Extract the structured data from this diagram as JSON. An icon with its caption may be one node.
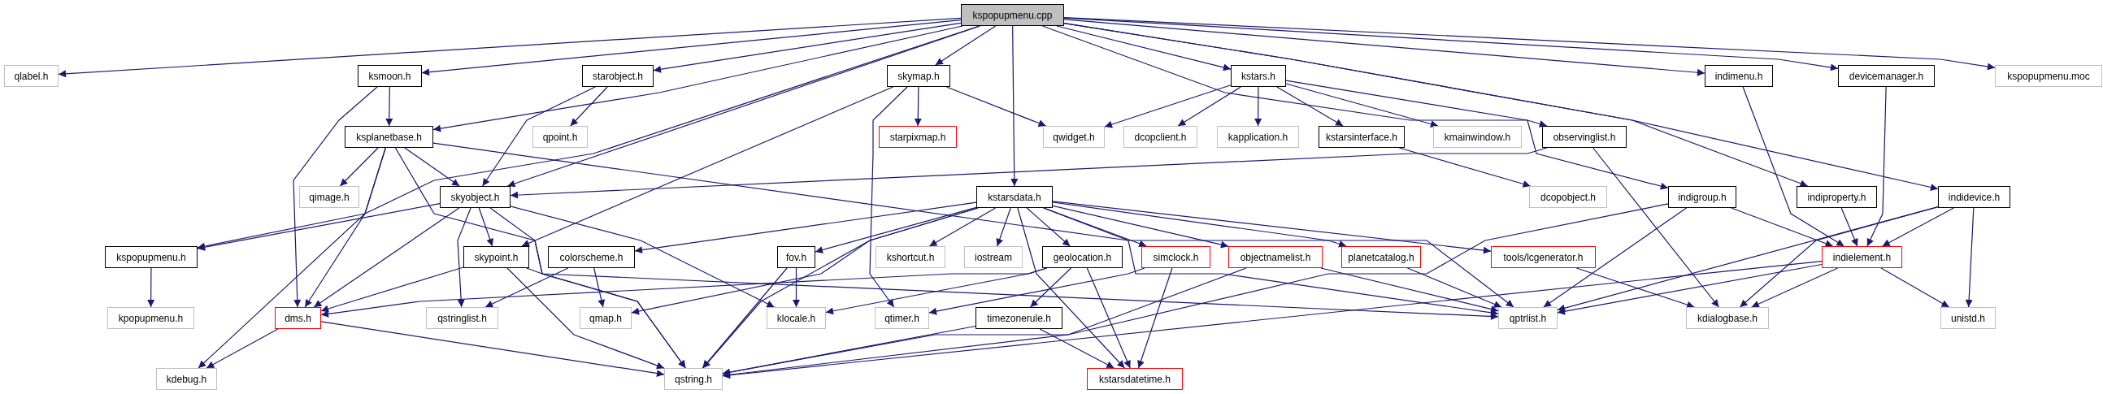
{
  "diagram": {
    "nodes": [
      {
        "text": [
          "kspopupmenu.cpp"
        ]
      },
      {
        "text": [
          "qlabel.h"
        ]
      },
      {
        "text": [
          "ksmoon.h"
        ]
      },
      {
        "text": [
          "starobject.h"
        ]
      },
      {
        "text": [
          "skymap.h"
        ]
      },
      {
        "text": [
          "kstars.h"
        ]
      },
      {
        "text": [
          "indimenu.h"
        ]
      },
      {
        "text": [
          "devicemanager.h"
        ]
      },
      {
        "text": [
          "kspopupmenu.moc"
        ]
      },
      {
        "text": [
          "ksplanetbase.h"
        ]
      },
      {
        "text": [
          "qpoint.h"
        ]
      },
      {
        "text": [
          "starpixmap.h"
        ]
      },
      {
        "text": [
          "qwidget.h"
        ]
      },
      {
        "text": [
          "dcopclient.h"
        ]
      },
      {
        "text": [
          "kapplication.h"
        ]
      },
      {
        "text": [
          "kstarsinterface.h"
        ]
      },
      {
        "text": [
          "kmainwindow.h"
        ]
      },
      {
        "text": [
          "observinglist.h"
        ]
      },
      {
        "text": [
          "qimage.h"
        ]
      },
      {
        "text": [
          "skyobject.h"
        ]
      },
      {
        "text": [
          "kstarsdata.h"
        ]
      },
      {
        "text": [
          "dcopobject.h"
        ]
      },
      {
        "text": [
          "indigroup.h"
        ]
      },
      {
        "text": [
          "indiproperty.h"
        ]
      },
      {
        "text": [
          "indidevice.h"
        ]
      },
      {
        "text": [
          "kspopupmenu.h"
        ]
      },
      {
        "text": [
          "skypoint.h"
        ]
      },
      {
        "text": [
          "colorscheme.h"
        ]
      },
      {
        "text": [
          "fov.h"
        ]
      },
      {
        "text": [
          "kshortcut.h"
        ]
      },
      {
        "text": [
          "iostream"
        ]
      },
      {
        "text": [
          "geolocation.h"
        ]
      },
      {
        "text": [
          "simclock.h"
        ]
      },
      {
        "text": [
          "objectnamelist.h"
        ]
      },
      {
        "text": [
          "planetcatalog.h"
        ]
      },
      {
        "text": [
          "tools/lcgenerator.h"
        ]
      },
      {
        "text": [
          "indielement.h"
        ]
      },
      {
        "text": [
          "kpopupmenu.h"
        ]
      },
      {
        "text": [
          "dms.h"
        ]
      },
      {
        "text": [
          "qstringlist.h"
        ]
      },
      {
        "text": [
          "qmap.h"
        ]
      },
      {
        "text": [
          "klocale.h"
        ]
      },
      {
        "text": [
          "qtimer.h"
        ]
      },
      {
        "text": [
          "timezonerule.h"
        ]
      },
      {
        "text": [
          "qptrlist.h"
        ]
      },
      {
        "text": [
          "kdialogbase.h"
        ]
      },
      {
        "text": [
          "unistd.h"
        ]
      },
      {
        "text": [
          "kdebug.h"
        ]
      },
      {
        "text": [
          "qstring.h"
        ]
      },
      {
        "text": [
          "kstarsdatetime.h"
        ]
      }
    ],
    "edges": [
      {
        "from": 0,
        "to": 1,
        "arrow": "to"
      },
      {
        "from": 0,
        "to": 2,
        "arrow": "to"
      },
      {
        "from": 0,
        "to": 3,
        "arrow": "to"
      },
      {
        "from": 0,
        "to": 4,
        "arrow": "to"
      },
      {
        "from": 0,
        "to": 5,
        "arrow": "to"
      },
      {
        "from": 0,
        "to": 6,
        "arrow": "to"
      },
      {
        "from": 0,
        "to": 7,
        "arrow": "to"
      },
      {
        "from": 0,
        "to": 8,
        "arrow": "to"
      },
      {
        "from": 0,
        "to": 9,
        "arrow": "to"
      },
      {
        "from": 0,
        "to": 19,
        "arrow": "to"
      },
      {
        "from": 0,
        "to": 25,
        "arrow": "to"
      },
      {
        "from": 0,
        "to": 20,
        "arrow": "to"
      },
      {
        "from": 0,
        "to": 22,
        "arrow": "to"
      },
      {
        "from": 0,
        "to": 23,
        "arrow": "to"
      },
      {
        "from": 0,
        "to": 24,
        "arrow": "to"
      },
      {
        "from": 2,
        "to": 9,
        "arrow": "to"
      },
      {
        "from": 2,
        "to": 38,
        "arrow": "to"
      },
      {
        "from": 3,
        "to": 10,
        "arrow": "to"
      },
      {
        "from": 3,
        "to": 19,
        "arrow": "to"
      },
      {
        "from": 4,
        "to": 11,
        "arrow": "to"
      },
      {
        "from": 4,
        "to": 12,
        "arrow": "to"
      },
      {
        "from": 4,
        "to": 26,
        "arrow": "to"
      },
      {
        "from": 4,
        "to": 42,
        "arrow": "to"
      },
      {
        "from": 5,
        "to": 12,
        "arrow": "to"
      },
      {
        "from": 5,
        "to": 13,
        "arrow": "to"
      },
      {
        "from": 5,
        "to": 14,
        "arrow": "to"
      },
      {
        "from": 5,
        "to": 15,
        "arrow": "to"
      },
      {
        "from": 5,
        "to": 16,
        "arrow": "to"
      },
      {
        "from": 5,
        "to": 17,
        "arrow": "to"
      },
      {
        "from": 6,
        "to": 36,
        "arrow": "to"
      },
      {
        "from": 7,
        "to": 36,
        "arrow": "to"
      },
      {
        "from": 23,
        "to": 36,
        "arrow": "to"
      },
      {
        "from": 9,
        "to": 18,
        "arrow": "to"
      },
      {
        "from": 9,
        "to": 19,
        "arrow": "to"
      },
      {
        "from": 9,
        "to": 47,
        "arrow": "to"
      },
      {
        "from": 9,
        "to": 38,
        "arrow": "to"
      },
      {
        "from": 9,
        "to": 48,
        "arrow": "to"
      },
      {
        "from": 9,
        "to": 44,
        "arrow": "to"
      },
      {
        "from": 15,
        "to": 21,
        "arrow": "to"
      },
      {
        "from": 17,
        "to": 19,
        "arrow": "to"
      },
      {
        "from": 17,
        "to": 45,
        "arrow": "to"
      },
      {
        "from": 19,
        "to": 25,
        "arrow": "to"
      },
      {
        "from": 19,
        "to": 26,
        "arrow": "to"
      },
      {
        "from": 19,
        "to": 38,
        "arrow": "to"
      },
      {
        "from": 19,
        "to": 39,
        "arrow": "to"
      },
      {
        "from": 19,
        "to": 48,
        "arrow": "to"
      },
      {
        "from": 19,
        "to": 41,
        "arrow": "to"
      },
      {
        "from": 20,
        "to": 27,
        "arrow": "to"
      },
      {
        "from": 20,
        "to": 28,
        "arrow": "to"
      },
      {
        "from": 20,
        "to": 29,
        "arrow": "to"
      },
      {
        "from": 20,
        "to": 30,
        "arrow": "to"
      },
      {
        "from": 20,
        "to": 31,
        "arrow": "to"
      },
      {
        "from": 20,
        "to": 32,
        "arrow": "to"
      },
      {
        "from": 20,
        "to": 33,
        "arrow": "to"
      },
      {
        "from": 20,
        "to": 34,
        "arrow": "to"
      },
      {
        "from": 20,
        "to": 35,
        "arrow": "to"
      },
      {
        "from": 20,
        "to": 44,
        "arrow": "to"
      },
      {
        "from": 20,
        "to": 49,
        "arrow": "to"
      },
      {
        "from": 20,
        "to": 40,
        "arrow": "to"
      },
      {
        "from": 20,
        "to": 48,
        "arrow": "to"
      },
      {
        "from": 22,
        "to": 36,
        "arrow": "to"
      },
      {
        "from": 22,
        "to": 44,
        "arrow": "to"
      },
      {
        "from": 22,
        "to": 48,
        "arrow": "to"
      },
      {
        "from": 24,
        "to": 36,
        "arrow": "to"
      },
      {
        "from": 24,
        "to": 44,
        "arrow": "to"
      },
      {
        "from": 24,
        "to": 45,
        "arrow": "to"
      },
      {
        "from": 24,
        "to": 46,
        "arrow": "to"
      },
      {
        "from": 36,
        "to": 44,
        "arrow": "to"
      },
      {
        "from": 36,
        "to": 45,
        "arrow": "to"
      },
      {
        "from": 36,
        "to": 46,
        "arrow": "to"
      },
      {
        "from": 36,
        "to": 48,
        "arrow": "to"
      },
      {
        "from": 25,
        "to": 37,
        "arrow": "to"
      },
      {
        "from": 26,
        "to": 38,
        "arrow": "to"
      },
      {
        "from": 26,
        "to": 48,
        "arrow": "to"
      },
      {
        "from": 26,
        "to": 44,
        "arrow": "to"
      },
      {
        "from": 27,
        "to": 39,
        "arrow": "to"
      },
      {
        "from": 27,
        "to": 40,
        "arrow": "to"
      },
      {
        "from": 28,
        "to": 41,
        "arrow": "to"
      },
      {
        "from": 28,
        "to": 48,
        "arrow": "to"
      },
      {
        "from": 31,
        "to": 38,
        "arrow": "to"
      },
      {
        "from": 31,
        "to": 41,
        "arrow": "to"
      },
      {
        "from": 31,
        "to": 43,
        "arrow": "to"
      },
      {
        "from": 31,
        "to": 49,
        "arrow": "to"
      },
      {
        "from": 32,
        "to": 42,
        "arrow": "to"
      },
      {
        "from": 32,
        "to": 49,
        "arrow": "to"
      },
      {
        "from": 33,
        "to": 48,
        "arrow": "to"
      },
      {
        "from": 33,
        "to": 44,
        "arrow": "to"
      },
      {
        "from": 34,
        "to": 44,
        "arrow": "to"
      },
      {
        "from": 35,
        "to": 45,
        "arrow": "to"
      },
      {
        "from": 43,
        "to": 48,
        "arrow": "to"
      },
      {
        "from": 43,
        "to": 49,
        "arrow": "to"
      },
      {
        "from": 38,
        "to": 47,
        "arrow": "to"
      },
      {
        "from": 38,
        "to": 48,
        "arrow": "to"
      }
    ]
  }
}
